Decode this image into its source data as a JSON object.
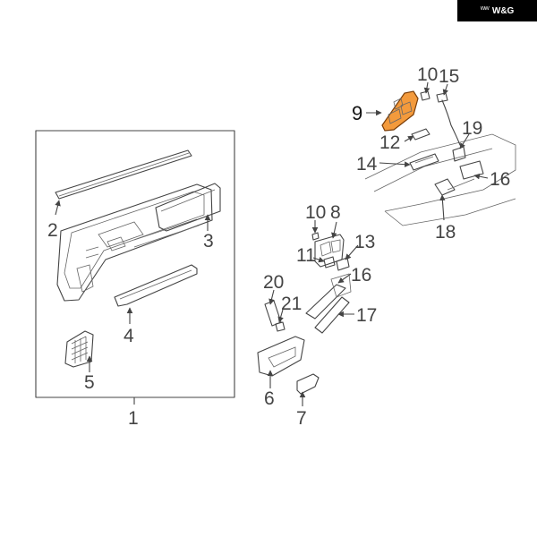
{
  "logo": {
    "text": "W&G",
    "icon": "wings-logo-icon"
  },
  "colors": {
    "highlight_fill": "#F39A3C",
    "highlight_stroke": "#7a3d08",
    "line": "#444444"
  },
  "callouts": {
    "c1": "1",
    "c2": "2",
    "c3": "3",
    "c4": "4",
    "c5": "5",
    "c6": "6",
    "c7": "7",
    "c8": "8",
    "c9": "9",
    "c10a": "10",
    "c10b": "10",
    "c11": "11",
    "c12": "12",
    "c13": "13",
    "c14": "14",
    "c15": "15",
    "c16a": "16",
    "c16b": "16",
    "c17": "17",
    "c18": "18",
    "c19": "19",
    "c20": "20",
    "c21": "21"
  },
  "highlighted_part": "9"
}
